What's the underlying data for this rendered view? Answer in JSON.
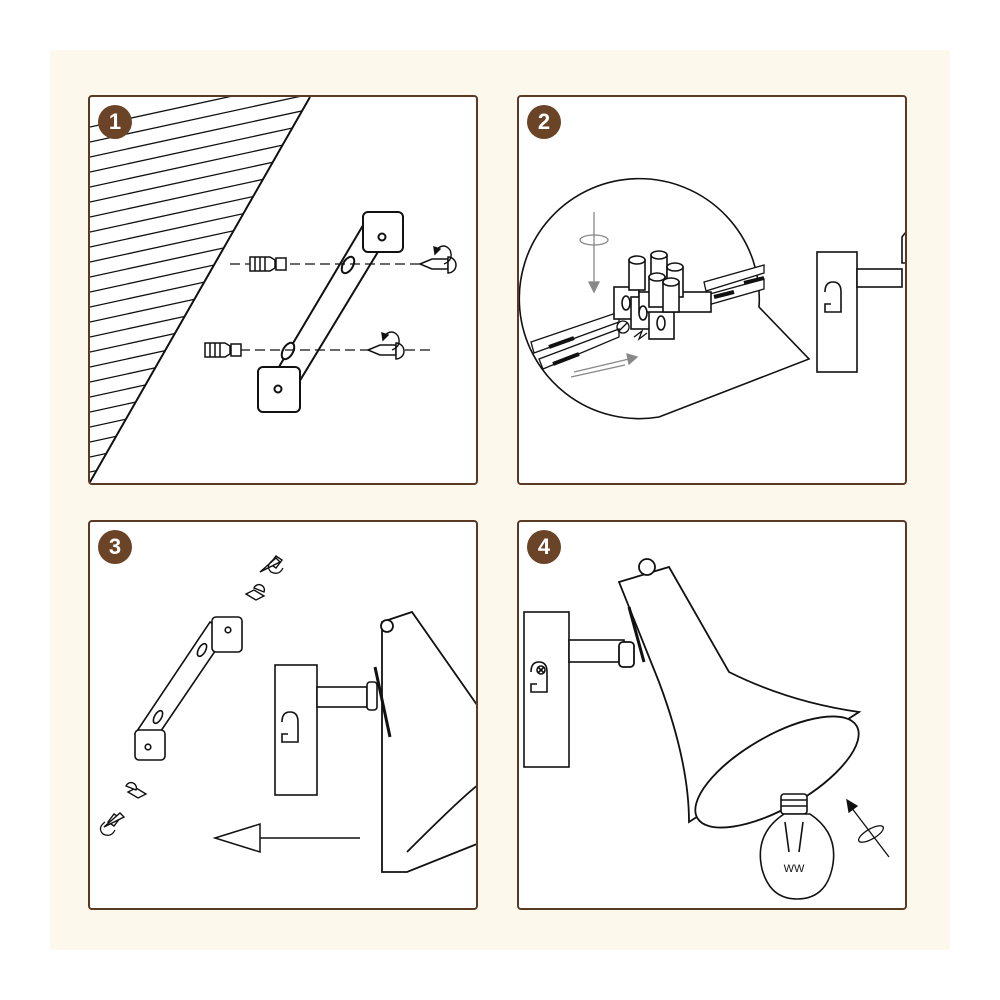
{
  "colors": {
    "background": "#ffffff",
    "sheet": "#fdf8ec",
    "frame": "#5a3a23",
    "badge": "#6b4428",
    "line": "#111111"
  },
  "steps": [
    {
      "number": "1",
      "icons": [
        "wall-icon",
        "mounting-bracket-icon",
        "wall-plug-icon",
        "screw-icon",
        "rotate-arrow-icon"
      ]
    },
    {
      "number": "2",
      "icons": [
        "terminal-block-icon",
        "wire-icon",
        "screwdriver-rotate-icon",
        "wall-plate-icon"
      ]
    },
    {
      "number": "3",
      "icons": [
        "mounting-bracket-icon",
        "screw-icon",
        "lamp-head-icon",
        "wall-plate-icon",
        "left-arrow-icon"
      ]
    },
    {
      "number": "4",
      "icons": [
        "wall-plate-icon",
        "lamp-shade-icon",
        "light-bulb-icon",
        "rotate-arrow-icon"
      ]
    }
  ],
  "bulb": {
    "filament_text": "WW"
  }
}
